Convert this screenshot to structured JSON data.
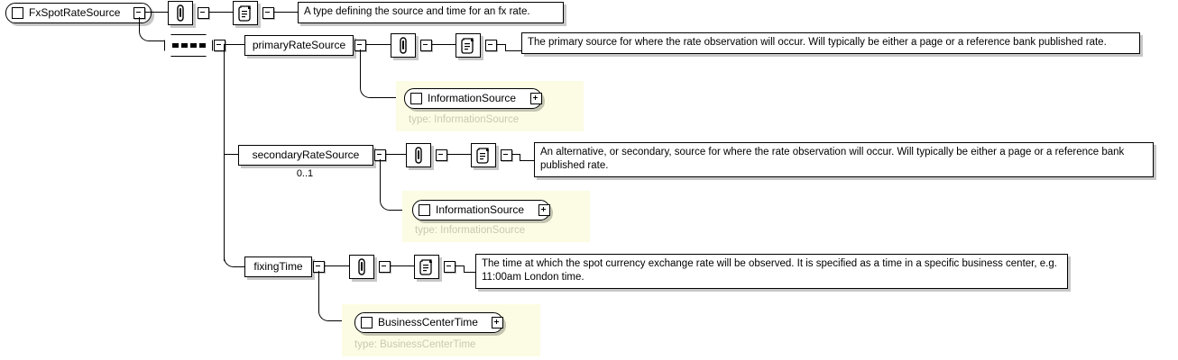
{
  "diagram": {
    "kind": "xsd-schema-tree",
    "root": {
      "name": "FxSpotRateSource",
      "toggle": "minus",
      "annotation_icon": "paperclip-icon",
      "documentation_icon": "scroll-icon",
      "documentation": "A type defining the source and time for an fx rate."
    },
    "compositor": {
      "name": "sequence-compositor",
      "kind": "sequence",
      "toggle": "minus"
    },
    "children": [
      {
        "name": "primaryRateSource",
        "cardinality": "",
        "toggle": "minus",
        "annotation_icon": "paperclip-icon",
        "documentation_icon": "scroll-icon",
        "documentation": "The primary source for where the rate observation will occur. Will typically be either a page or a reference bank published rate.",
        "type_panel": {
          "element": "InformationSource",
          "type_label": "type: InformationSource",
          "toggle": "plus"
        }
      },
      {
        "name": "secondaryRateSource",
        "cardinality": "0..1",
        "toggle": "minus",
        "annotation_icon": "paperclip-icon",
        "documentation_icon": "scroll-icon",
        "documentation": "An alternative, or secondary, source for where the rate observation will occur. Will typically be either a page or a reference bank published rate.",
        "type_panel": {
          "element": "InformationSource",
          "type_label": "type: InformationSource",
          "toggle": "plus"
        }
      },
      {
        "name": "fixingTime",
        "cardinality": "",
        "toggle": "minus",
        "annotation_icon": "paperclip-icon",
        "documentation_icon": "scroll-icon",
        "documentation": "The time at which the spot currency exchange rate will be observed. It is specified as a time in a specific business center, e.g. 11:00am London time.",
        "type_panel": {
          "element": "BusinessCenterTime",
          "type_label": "type: BusinessCenterTime",
          "toggle": "plus"
        }
      }
    ],
    "colors": {
      "background": "#ffffff",
      "line": "#000000",
      "type_panel_bg": "#fcfce4",
      "type_label": "#c9c9b0",
      "shadow": "rgba(0,0,0,0.22)"
    }
  }
}
